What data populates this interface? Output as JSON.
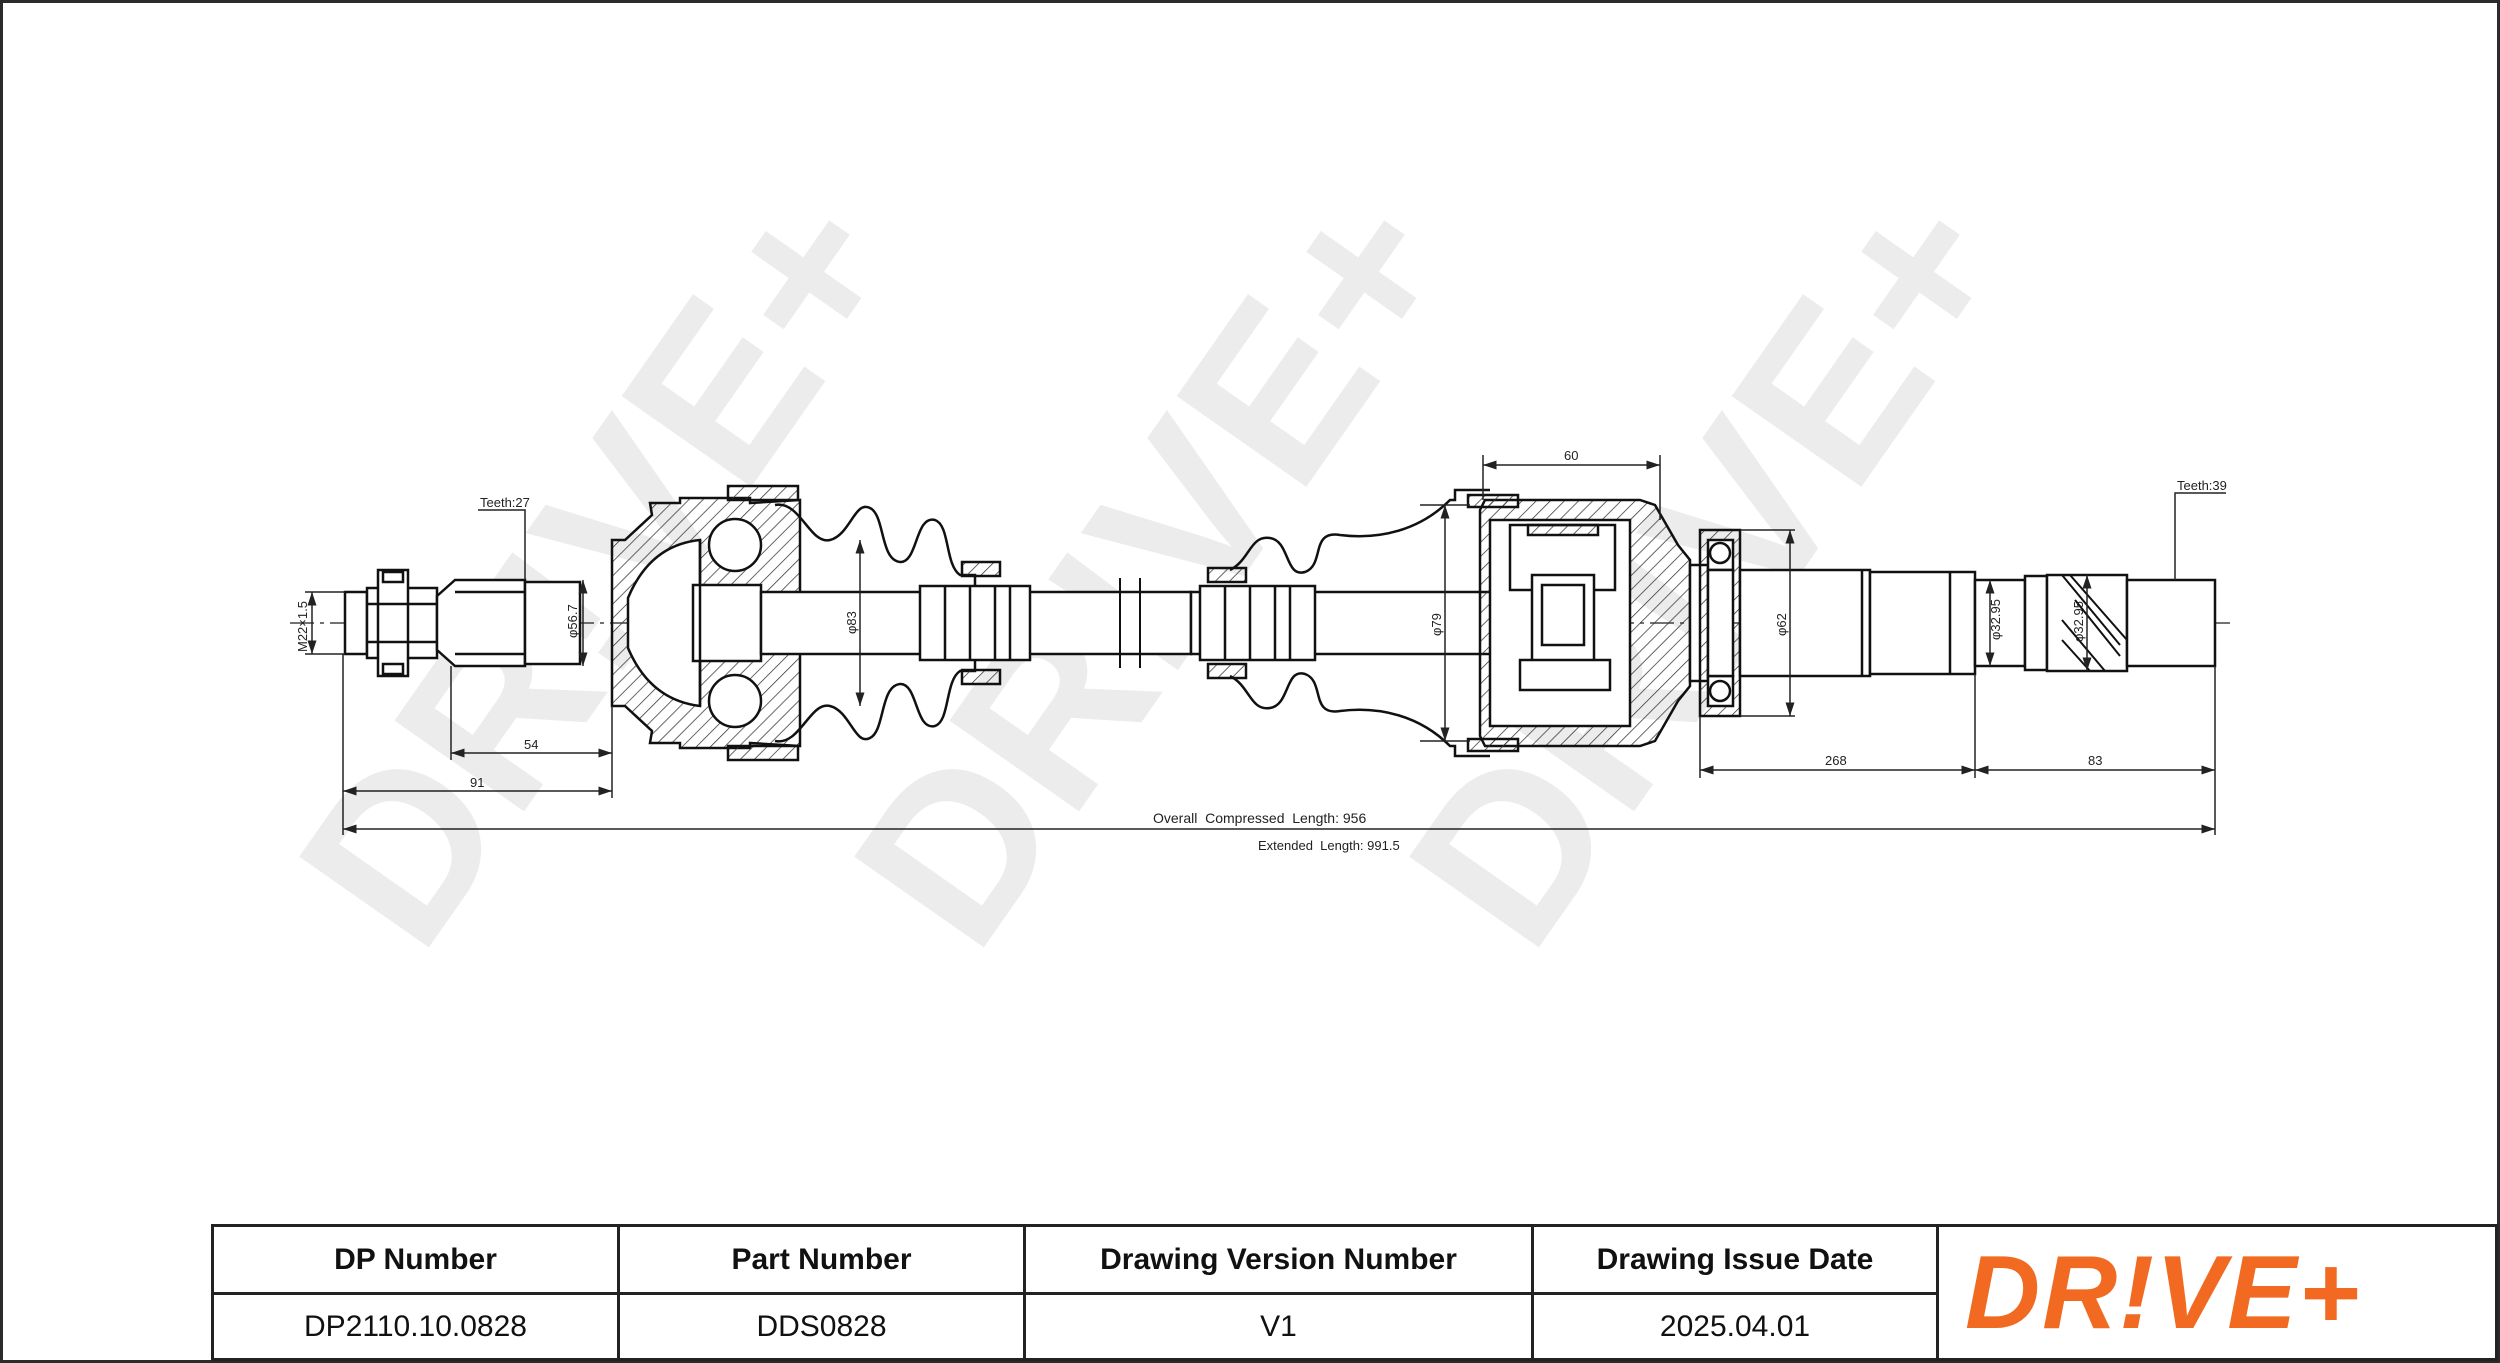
{
  "drawing": {
    "watermark": "DR!VE+",
    "teeth_left": "Teeth:27",
    "teeth_right": "Teeth:39",
    "thread": "M22×1.5",
    "dia_56_7": "φ56.7",
    "dia_83": "φ83",
    "dia_79": "φ79",
    "dia_62": "φ62",
    "dia_32_95a": "φ32.95",
    "dia_32_95b": "φ32.95",
    "dim_60": "60",
    "dim_54": "54",
    "dim_91": "91",
    "dim_268": "268",
    "dim_83": "83",
    "overall": "Overall  Compressed  Length: 956",
    "extended": "Extended  Length: 991.5"
  },
  "title_block": {
    "headers": [
      "DP Number",
      "Part Number",
      "Drawing Version Number",
      "Drawing Issue Date"
    ],
    "values": [
      "DP2110.10.0828",
      "DDS0828",
      "V1",
      "2025.04.01"
    ]
  },
  "logo": {
    "text": "DR!VE+",
    "color": "#f26a21"
  }
}
